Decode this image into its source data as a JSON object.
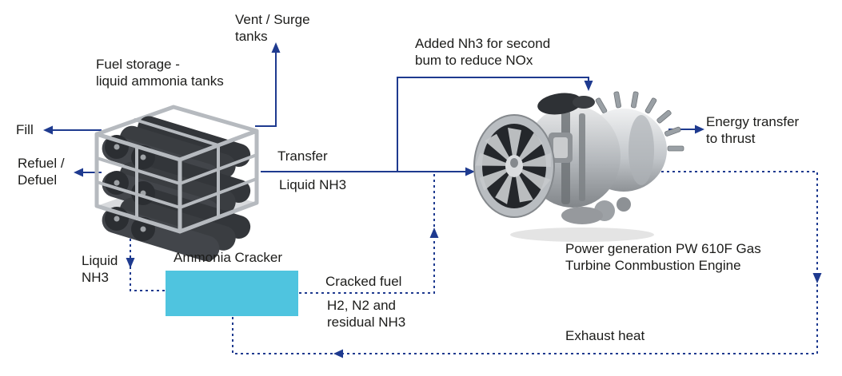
{
  "colors": {
    "line": "#1e3a8f",
    "cracker_fill": "#4fc4df",
    "text": "#1c1c1a",
    "background": "#ffffff"
  },
  "labels": {
    "vent": "Vent / Surge\ntanks",
    "fuel_storage": "Fuel storage -\nliquid ammonia tanks",
    "fill": "Fill",
    "refuel": "Refuel /\nDefuel",
    "transfer": "Transfer",
    "transfer_medium": "Liquid NH3",
    "added_nh3": "Added Nh3 for second\nbum to reduce NOx",
    "energy": "Energy transfer\nto thrust",
    "engine": "Power generation PW 610F Gas\nTurbine Conmbustion Engine",
    "liquid_nh3": "Liquid\nNH3",
    "cracker": "Ammonia Cracker",
    "cracked_fuel": "Cracked fuel",
    "cracked_fuel_detail": "H2, N2 and\nresidual NH3",
    "exhaust": "Exhaust heat"
  },
  "flows": [
    {
      "from": "Fuel storage - liquid ammonia tanks",
      "to": "Vent / Surge tanks",
      "style": "solid"
    },
    {
      "from": "Fuel storage - liquid ammonia tanks",
      "to": "Fill",
      "style": "solid"
    },
    {
      "from": "Fuel storage - liquid ammonia tanks",
      "to": "Refuel / Defuel",
      "style": "solid"
    },
    {
      "from": "Fuel storage - liquid ammonia tanks",
      "to": "Power generation PW 610F Gas Turbine Conmbustion Engine",
      "label": "Transfer Liquid NH3",
      "style": "solid"
    },
    {
      "from": "Transfer line",
      "to": "Power generation PW 610F Gas Turbine Conmbustion Engine",
      "label": "Added Nh3 for second bum to reduce NOx",
      "style": "solid"
    },
    {
      "from": "Power generation PW 610F Gas Turbine Conmbustion Engine",
      "to": "Energy transfer to thrust",
      "style": "solid"
    },
    {
      "from": "Fuel storage - liquid ammonia tanks",
      "to": "Ammonia Cracker",
      "label": "Liquid NH3",
      "style": "dotted"
    },
    {
      "from": "Ammonia Cracker",
      "to": "Transfer line",
      "label": "Cracked fuel H2, N2 and residual NH3",
      "style": "dotted"
    },
    {
      "from": "Power generation PW 610F Gas Turbine Conmbustion Engine",
      "to": "Ammonia Cracker",
      "label": "Exhaust heat",
      "style": "dotted"
    }
  ]
}
